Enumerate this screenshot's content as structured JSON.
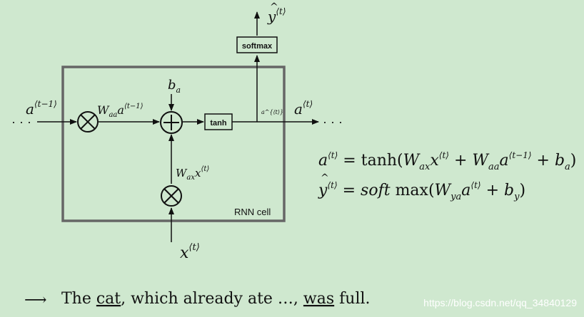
{
  "diagram": {
    "cell_label": "RNN cell",
    "softmax_label": "softmax",
    "tanh_label": "tanh",
    "input_ellipsis": "· · ·",
    "output_ellipsis": "· · ·",
    "prev_activation": {
      "base": "a",
      "sup": "⟨t−1⟩"
    },
    "waa_term": {
      "W": "W",
      "W_sub": "aa",
      "a": "a",
      "a_sup": "⟨t−1⟩"
    },
    "bias": {
      "base": "b",
      "sub": "a"
    },
    "wax_term": {
      "W": "W",
      "W_sub": "ax",
      "x": "x",
      "x_sup": "⟨t⟩"
    },
    "input": {
      "base": "x",
      "sup": "⟨t⟩"
    },
    "internal_activation": "a^{⟨t⟩}",
    "output_activation": {
      "base": "a",
      "sup": "⟨t⟩"
    },
    "prediction": {
      "base": "y",
      "hat": "^",
      "sup": "⟨t⟩"
    }
  },
  "equations": {
    "eq1": {
      "lhs": "a",
      "lhs_sup": "⟨t⟩",
      "eq": " = ",
      "fn": "tanh(",
      "w1": "W",
      "w1_sub": "ax",
      "v1": "x",
      "v1_sup": "⟨t⟩",
      "plus1": " + ",
      "w2": "W",
      "w2_sub": "aa",
      "v2": "a",
      "v2_sup": "⟨t−1⟩",
      "plus2": " + ",
      "b": "b",
      "b_sub": "a",
      "close": ")"
    },
    "eq2": {
      "lhs": "y",
      "lhs_hat": "^",
      "lhs_sup": "⟨t⟩",
      "eq": " = ",
      "fn_italic": "soft",
      "fn": " max(",
      "w": "W",
      "w_sub": "ya",
      "v": "a",
      "v_sup": "⟨t⟩",
      "plus": " + ",
      "b": "b",
      "b_sub": "y",
      "close": ")"
    }
  },
  "caption": {
    "arrow": "⟶",
    "pre": "The ",
    "underlined1": "cat",
    "mid": ", which already ate …, ",
    "underlined2": "was",
    "post": " full."
  },
  "watermark": "https://blog.csdn.net/qq_34840129",
  "colors": {
    "background": "#cfe8cf",
    "cell_border": "#666666",
    "ink": "#111111"
  }
}
